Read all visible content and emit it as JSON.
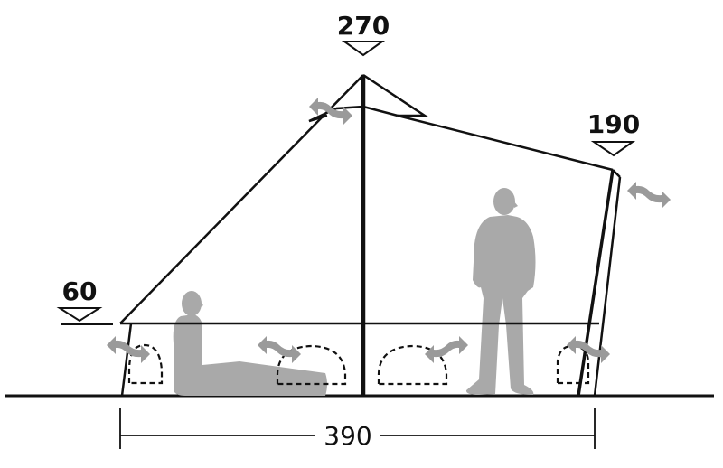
{
  "diagram": {
    "type": "tent-side-elevation",
    "units": "cm",
    "dimensions": {
      "peak_height": "270",
      "rear_height": "190",
      "front_height": "60",
      "length": "390"
    },
    "figures": [
      {
        "pose": "sitting",
        "label": "seated-person"
      },
      {
        "pose": "standing",
        "label": "standing-person"
      }
    ],
    "ventilation_arrows": 6,
    "doors": 4,
    "colors": {
      "line": "#111111",
      "figure": "#a9a9a9",
      "arrow": "#9a9a9a",
      "background": "#ffffff"
    }
  }
}
